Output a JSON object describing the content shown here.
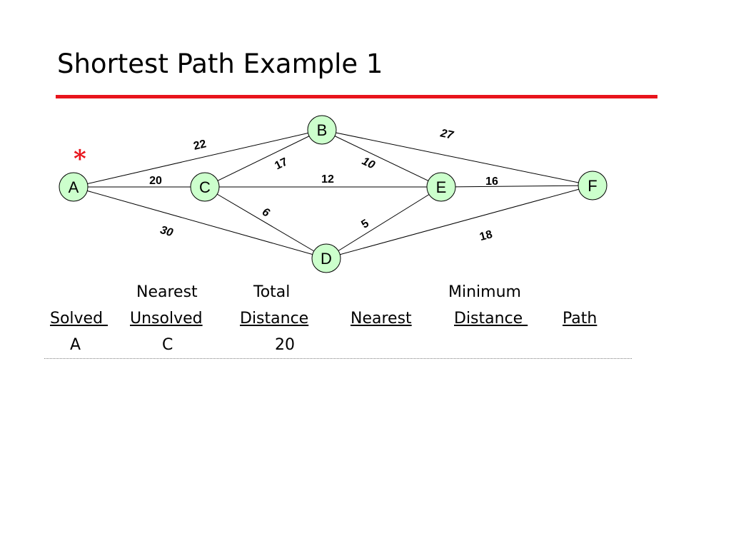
{
  "slide": {
    "title": "Shortest Path Example 1",
    "accent_color": "#e8141c",
    "start_marker": "*"
  },
  "graph": {
    "node_fill": "#ccffcc",
    "nodes": [
      {
        "id": "A",
        "label": "A"
      },
      {
        "id": "B",
        "label": "B"
      },
      {
        "id": "C",
        "label": "C"
      },
      {
        "id": "D",
        "label": "D"
      },
      {
        "id": "E",
        "label": "E"
      },
      {
        "id": "F",
        "label": "F"
      }
    ],
    "edges": [
      {
        "from": "A",
        "to": "B",
        "weight": "22"
      },
      {
        "from": "A",
        "to": "C",
        "weight": "20"
      },
      {
        "from": "A",
        "to": "D",
        "weight": "30"
      },
      {
        "from": "C",
        "to": "B",
        "weight": "17"
      },
      {
        "from": "C",
        "to": "E",
        "weight": "12"
      },
      {
        "from": "C",
        "to": "D",
        "weight": "6"
      },
      {
        "from": "B",
        "to": "E",
        "weight": "10"
      },
      {
        "from": "B",
        "to": "F",
        "weight": "27"
      },
      {
        "from": "D",
        "to": "E",
        "weight": "5"
      },
      {
        "from": "E",
        "to": "F",
        "weight": "16"
      },
      {
        "from": "D",
        "to": "F",
        "weight": "18"
      }
    ]
  },
  "table": {
    "header_top": {
      "nearest": "Nearest",
      "total": "Total",
      "minimum": "Minimum"
    },
    "header": {
      "solved": "Solved ",
      "unsolved": "Unsolved",
      "distance": "Distance",
      "nearest": "Nearest",
      "min_distance": "Distance ",
      "path": "Path"
    },
    "rows": [
      {
        "solved": "A",
        "unsolved": "C",
        "distance": "20"
      }
    ]
  }
}
